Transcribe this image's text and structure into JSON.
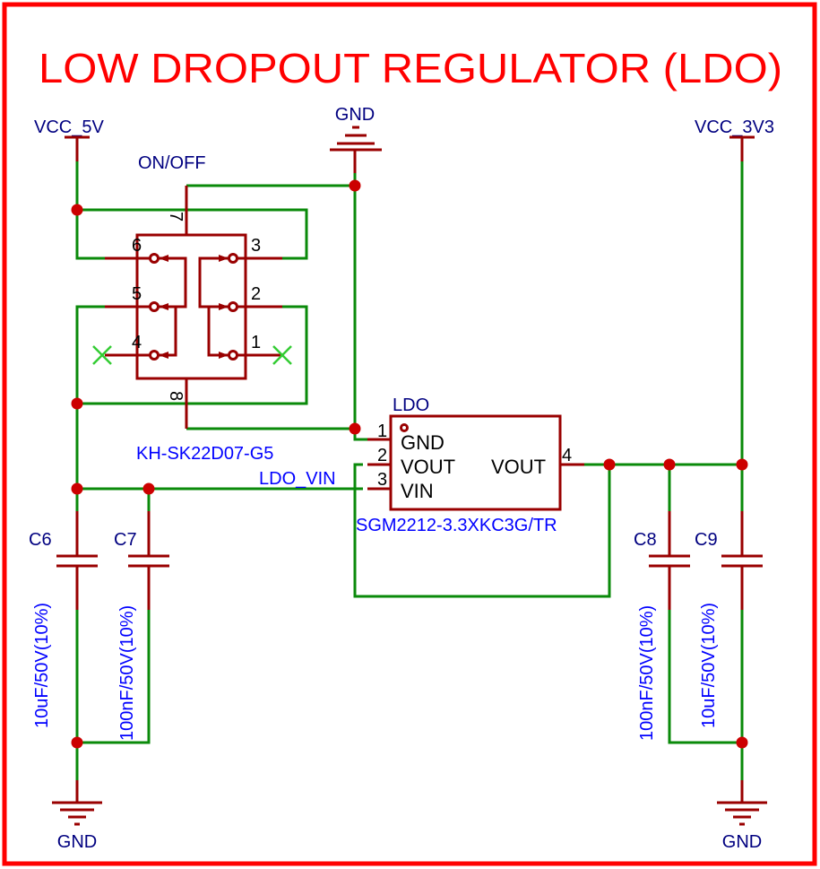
{
  "title": "LOW DROPOUT REGULATOR (LDO)",
  "colors": {
    "frame": "#ff0000",
    "wire": "#0a8a0a",
    "symbol": "#990000",
    "junction": "#cc0000",
    "net_label": "#000080",
    "part_value": "#0000ff",
    "no_connect": "#33cc33"
  },
  "power_ports": {
    "vcc_5v": "VCC_5V",
    "vcc_3v3": "VCC_3V3",
    "gnd_top": "GND",
    "gnd_bottom_left": "GND",
    "gnd_bottom_right": "GND"
  },
  "switch": {
    "label": "ON/OFF",
    "part_number": "KH-SK22D07-G5",
    "pins": [
      "1",
      "2",
      "3",
      "4",
      "5",
      "6",
      "7",
      "8"
    ]
  },
  "net_labels": {
    "ldo_vin": "LDO_VIN"
  },
  "ldo": {
    "designator": "LDO",
    "part_number": "SGM2212-3.3XKC3G/TR",
    "pins": [
      {
        "number": "1",
        "name": "GND"
      },
      {
        "number": "2",
        "name": "VOUT"
      },
      {
        "number": "3",
        "name": "VIN"
      },
      {
        "number": "4",
        "name": "VOUT"
      }
    ]
  },
  "capacitors": [
    {
      "designator": "C6",
      "value": "10uF/50V(10%)"
    },
    {
      "designator": "C7",
      "value": "100nF/50V(10%)"
    },
    {
      "designator": "C8",
      "value": "100nF/50V(10%)"
    },
    {
      "designator": "C9",
      "value": "10uF/50V(10%)"
    }
  ]
}
